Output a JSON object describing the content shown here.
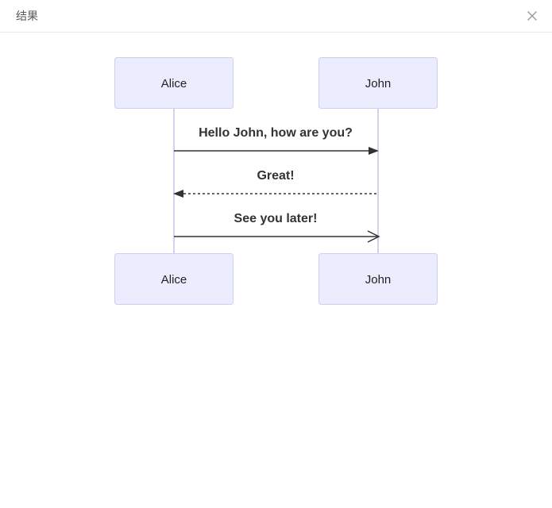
{
  "modal": {
    "title": "结果",
    "close_icon": "✕"
  },
  "diagram": {
    "type": "sequence",
    "actors": [
      "Alice",
      "John"
    ],
    "messages": [
      {
        "from": "Alice",
        "to": "John",
        "text": "Hello John, how are you?",
        "line": "solid",
        "arrowhead": "filled"
      },
      {
        "from": "John",
        "to": "Alice",
        "text": "Great!",
        "line": "dashed",
        "arrowhead": "filled"
      },
      {
        "from": "Alice",
        "to": "John",
        "text": "See you later!",
        "line": "solid",
        "arrowhead": "open"
      }
    ],
    "colors": {
      "actor_fill": "#ECECFF",
      "actor_border": "#D2CDF2",
      "lifeline": "#C9BFEA",
      "message": "#333333",
      "header_text": "#595959",
      "close_icon": "#999999"
    }
  }
}
